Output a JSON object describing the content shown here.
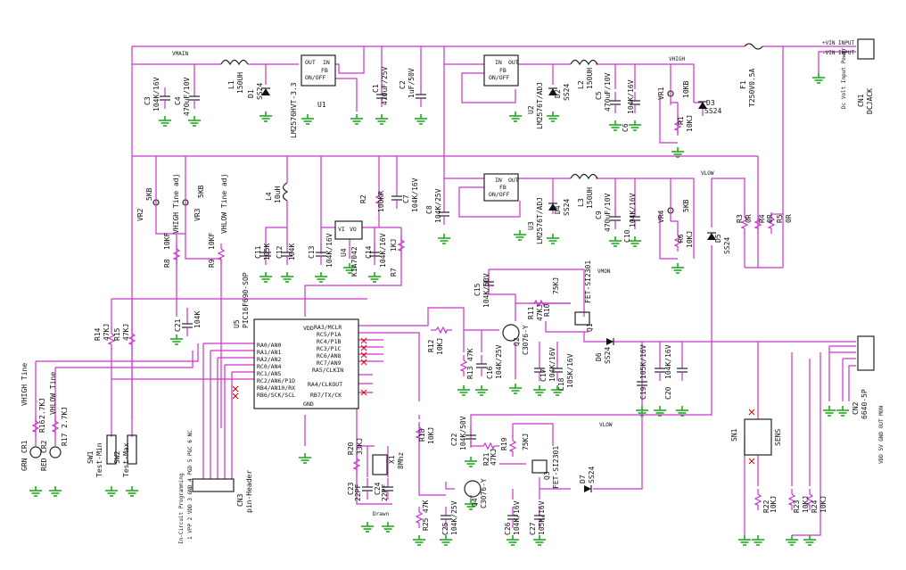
{
  "nets": {
    "vhigh": "VHIGH",
    "vlow": "VLOW",
    "vmon": "VMON",
    "vmain": "VMAIN"
  },
  "parts": {
    "C3": {
      "ref": "C3",
      "val": "104K/16V"
    },
    "C4": {
      "ref": "C4",
      "val": "470uF/10V"
    },
    "L1": {
      "ref": "L1",
      "val": "150UH"
    },
    "D1": {
      "ref": "D1",
      "val": "SS24"
    },
    "U1": {
      "ref": "U1",
      "val": "LM2576HVT-3.3",
      "p1": "OUT",
      "p2": "IN",
      "p3": "FB",
      "p4": "ON/OFF"
    },
    "C1": {
      "ref": "C1",
      "val": "470uF/25V"
    },
    "C2": {
      "ref": "C2",
      "val": "1uF/50V"
    },
    "U2": {
      "ref": "U2",
      "val": "LM2576T/ADJ",
      "p1": "IN",
      "p2": "OUT",
      "p3": "FB",
      "p4": "ON/OFF"
    },
    "D2": {
      "ref": "D2",
      "val": "SS24"
    },
    "L2": {
      "ref": "L2",
      "val": "150UH"
    },
    "C5": {
      "ref": "C5",
      "val": "470uF/10V"
    },
    "C6": {
      "ref": "C6",
      "val": "104K/16V"
    },
    "VR1": {
      "ref": "VR1",
      "val": "10KB"
    },
    "R1": {
      "ref": "R1",
      "val": "10KJ"
    },
    "D3": {
      "ref": "D3",
      "val": "SS24"
    },
    "F1": {
      "ref": "F1",
      "val": "T250V0.5A"
    },
    "CN1": {
      "ref": "CN1",
      "val": "DCJACK",
      "pin1": "+VIN INPUT",
      "pin2": "-VIN INPUT",
      "pin3": "Dc Volt Input Power"
    },
    "VR2": {
      "ref": "VR2",
      "val": "5KB"
    },
    "VR3": {
      "ref": "VR3",
      "val": "5KB"
    },
    "VHIGH_ADJ": {
      "text": "VHIGH Tine adj"
    },
    "VLOW_ADJ": {
      "text": "VHLOW Tine adj"
    },
    "L4": {
      "ref": "L4",
      "val": "10uH"
    },
    "R2": {
      "ref": "R2",
      "val": "100KR"
    },
    "C7": {
      "ref": "C7",
      "val": "104K/16V"
    },
    "C8": {
      "ref": "C8",
      "val": "104K/25V"
    },
    "U3": {
      "ref": "U3",
      "val": "LM2576T/ADJ",
      "p1": "IN",
      "p2": "OUT",
      "p3": "FB",
      "p4": "ON/OFF"
    },
    "D4": {
      "ref": "D4",
      "val": "SS24"
    },
    "L3": {
      "ref": "L3",
      "val": "150UH"
    },
    "C9": {
      "ref": "C9",
      "val": "470uF/10V"
    },
    "C10": {
      "ref": "C10",
      "val": "104K/16V"
    },
    "VR4": {
      "ref": "VR4",
      "val": "5KB"
    },
    "R6": {
      "ref": "R6",
      "val": "10KJ"
    },
    "D5": {
      "ref": "D5",
      "val": "SS24"
    },
    "R3": {
      "ref": "R3",
      "val": "0R"
    },
    "R4": {
      "ref": "R4",
      "val": "0R"
    },
    "R5": {
      "ref": "R5",
      "val": "0R"
    },
    "R8": {
      "ref": "R8",
      "val": "10KF"
    },
    "R9": {
      "ref": "R9",
      "val": "10KF"
    },
    "C11": {
      "ref": "C11",
      "val": "105K"
    },
    "C12": {
      "ref": "C12",
      "val": "104K"
    },
    "C13": {
      "ref": "C13",
      "val": "104K/16V"
    },
    "C14": {
      "ref": "C14",
      "val": "104K/16V"
    },
    "U4": {
      "ref": "U4",
      "val": "KIA7042",
      "p1": "VI",
      "p2": "VO"
    },
    "R7": {
      "ref": "R7",
      "val": "1KJ"
    },
    "U5": {
      "ref": "U5",
      "val": "PIC16F690-SOP"
    },
    "C21": {
      "ref": "C21",
      "val": "104K"
    },
    "R14": {
      "ref": "R14",
      "val": "47KJ"
    },
    "R15": {
      "ref": "R15",
      "val": "47KJ"
    },
    "C15": {
      "ref": "C15",
      "val": "104K/50V"
    },
    "R11": {
      "ref": "R11",
      "val": "47KJ"
    },
    "R10": {
      "ref": "R10",
      "val": "75KJ"
    },
    "Q1": {
      "ref": "Q1",
      "val": "FET-SI2301"
    },
    "R12": {
      "ref": "R12",
      "val": "10KJ"
    },
    "Q2": {
      "ref": "Q2",
      "val": "C3076-Y"
    },
    "R13": {
      "ref": "R13",
      "val": "47K"
    },
    "C16": {
      "ref": "C16",
      "val": "104K/25V"
    },
    "C17": {
      "ref": "C17",
      "val": "104K/16V"
    },
    "C18": {
      "ref": "C18",
      "val": "105K/16V"
    },
    "D6": {
      "ref": "D6",
      "val": "SS24"
    },
    "C19": {
      "ref": "C19",
      "val": "105K/16V"
    },
    "C20": {
      "ref": "C20",
      "val": "104K/16V"
    },
    "CN2": {
      "ref": "CN2",
      "val": "6640-5P"
    },
    "SN1": {
      "ref": "SN1",
      "val": "SENS"
    },
    "R16": {
      "ref": "R16",
      "val": "2.7KJ"
    },
    "R17": {
      "ref": "R17",
      "val": "2.7KJ"
    },
    "CR1": {
      "ref": "CR1",
      "val": "GRN"
    },
    "CR2": {
      "ref": "CR2",
      "val": "RED"
    },
    "LED1": {
      "text": "VHIGH Tine"
    },
    "LED2": {
      "text": "VHLOW Tine"
    },
    "SW1": {
      "ref": "SW1",
      "val": "Test-Min"
    },
    "SW2": {
      "ref": "SW2",
      "val": "Test-Max"
    },
    "CN3": {
      "ref": "CN3",
      "val": "pin-Header"
    },
    "R20": {
      "ref": "R20",
      "val": "33KJ"
    },
    "X1": {
      "ref": "X1",
      "val": "8Mhz"
    },
    "C23": {
      "ref": "C23",
      "val": "22PF"
    },
    "C24": {
      "ref": "C24",
      "val": "22PF"
    },
    "R18": {
      "ref": "R18",
      "val": "10KJ"
    },
    "R25": {
      "ref": "R25",
      "val": "47K"
    },
    "C25": {
      "ref": "C25",
      "val": "104K/25V"
    },
    "Q4": {
      "ref": "Q4",
      "val": "C3076-Y"
    },
    "C22": {
      "ref": "C22",
      "val": "104K/50V"
    },
    "R21": {
      "ref": "R21",
      "val": "47KJ"
    },
    "R19": {
      "ref": "R19",
      "val": "75KJ"
    },
    "Q3": {
      "ref": "Q3",
      "val": "FET-SI2301"
    },
    "D7": {
      "ref": "D7",
      "val": "SS24"
    },
    "C26": {
      "ref": "C26",
      "val": "104K/16V"
    },
    "C27": {
      "ref": "C27",
      "val": "105K/16V"
    },
    "R22": {
      "ref": "R22",
      "val": "10KJ"
    },
    "R23": {
      "ref": "R23",
      "val": "10KJ"
    },
    "R24": {
      "ref": "R24",
      "val": "10KJ"
    }
  },
  "mcu": {
    "left": [
      "RA0/AN0",
      "RA1/AN1",
      "RA2/AN2",
      "RC0/AN4",
      "RC1/AN5",
      "RC2/AN6/P1D",
      "RB4/AN10/RX",
      "RB6/SCK/SCL"
    ],
    "right": [
      "RA3/MCLR",
      "RC5/P1A",
      "RC4/P1B",
      "RC3/P1C",
      "RC6/AN8",
      "RC7/AN9",
      "RA5/CLKIN",
      "RA4/CLKOUT",
      "RB7/TX/CK"
    ],
    "vdd": "VDD",
    "gnd": "GND"
  },
  "notes": {
    "cn3_pins": "1 VPP 2 VDD 3 GND 4 PGD 5 PGC 6 NC",
    "cn3_caption": "In-Circuit Programming",
    "cn2_pins": "VDD 5V GND OUT MON",
    "drawn": "Drawn"
  }
}
